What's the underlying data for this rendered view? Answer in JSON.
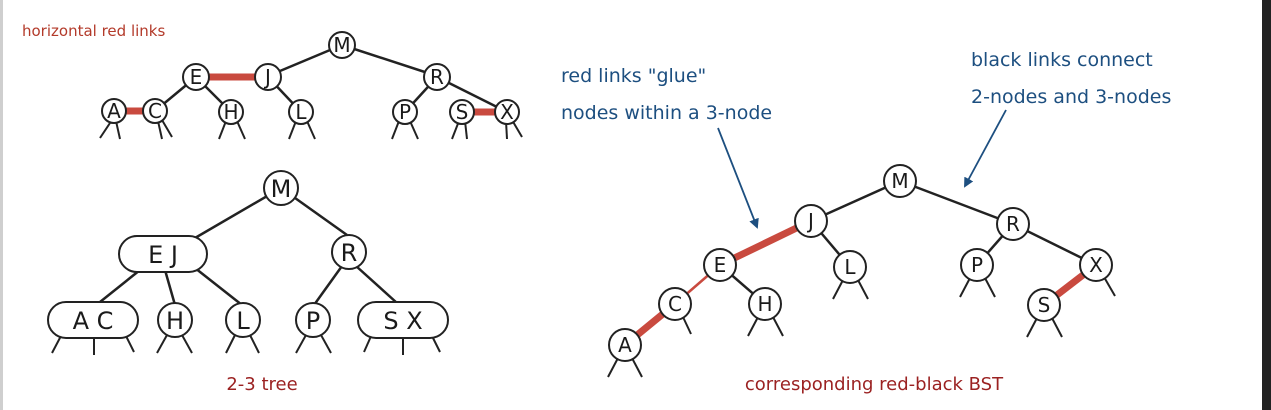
{
  "captions": {
    "horizontal": "horizontal red links",
    "tree23": "2-3 tree",
    "rbbst": "corresponding red-black BST",
    "glue_line1": "red links \"glue\"",
    "glue_line2": "nodes within a 3-node",
    "black_line1": "black links connect",
    "black_line2": "2-nodes and 3-nodes"
  },
  "nodes": {
    "top": [
      "M",
      "E",
      "J",
      "R",
      "A",
      "C",
      "H",
      "L",
      "P",
      "S",
      "X"
    ],
    "tree23": [
      "M",
      "E J",
      "R",
      "A C",
      "H",
      "L",
      "P",
      "S X"
    ],
    "rb": [
      "M",
      "J",
      "R",
      "E",
      "L",
      "P",
      "X",
      "C",
      "H",
      "S",
      "A"
    ]
  },
  "colors": {
    "red_link": "#c94a3f",
    "black_link": "#222222",
    "arrow": "#1d4f80"
  }
}
